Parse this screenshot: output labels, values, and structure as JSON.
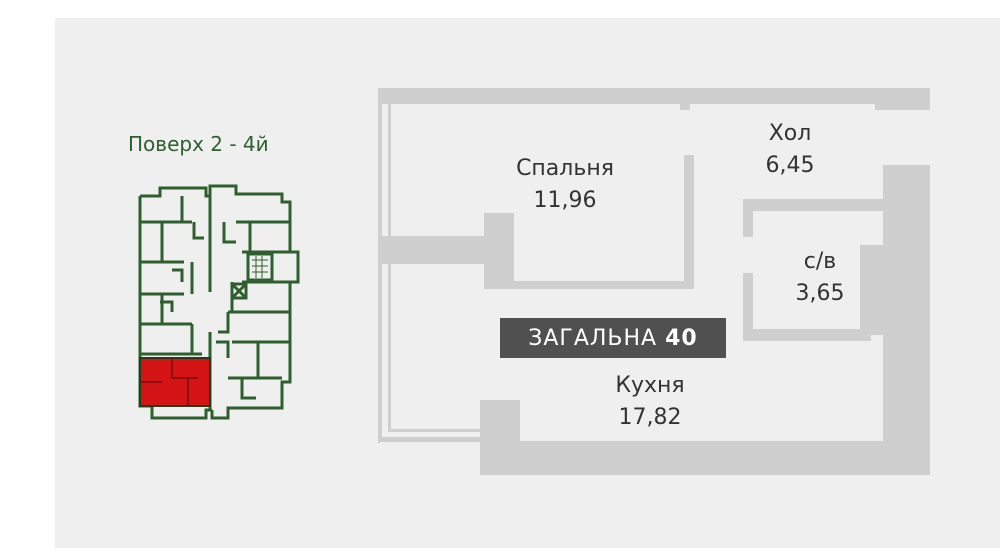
{
  "floor_label": "Поверх 2 - 4й",
  "rooms": {
    "bedroom": {
      "name": "Спальня",
      "area": "11,96"
    },
    "hall": {
      "name": "Хол",
      "area": "6,45"
    },
    "bathroom": {
      "name": "с/в",
      "area": "3,65"
    },
    "kitchen": {
      "name": "Кухня",
      "area": "17,82"
    }
  },
  "total": {
    "label": "ЗАГАЛЬНА",
    "value": "40"
  },
  "colors": {
    "keyplan_walls": "#2f5e2f",
    "selected_unit": "#d41414",
    "plan_walls": "#cfcfcf",
    "badge": "#505050"
  }
}
